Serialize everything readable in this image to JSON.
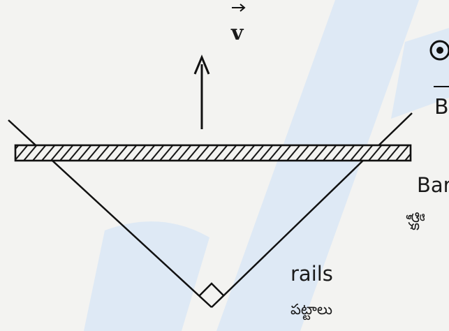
{
  "labels": {
    "velocity_symbol": "v",
    "field_symbol": "B",
    "bar_label_en": "Bar",
    "bar_label_te": "కడ్డీ",
    "rails_label_en": "rails",
    "rails_label_te": "పట్టాలు"
  },
  "symbols": {
    "field_direction": "out-of-page-dot-in-circle-icon",
    "right_angle": "right-angle-marker-icon"
  },
  "colors": {
    "ink": "#111111",
    "background": "#f3f3f1",
    "watermark": "#d7e6f6"
  }
}
